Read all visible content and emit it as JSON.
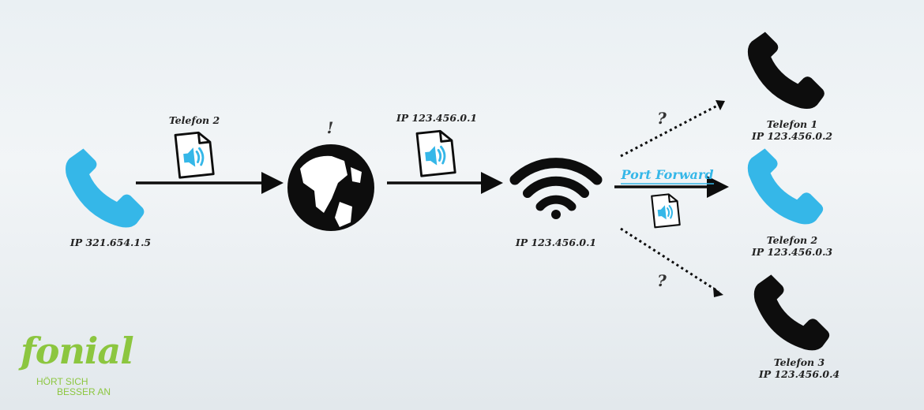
{
  "caller": {
    "ip": "IP 321.654.1.5"
  },
  "packet1": {
    "label": "Telefon 2"
  },
  "internet": {
    "mark": "!"
  },
  "packet2": {
    "label": "IP 123.456.0.1"
  },
  "router": {
    "ip": "IP 123.456.0.1"
  },
  "port_forward": {
    "label": "Port Forward"
  },
  "question_marks": [
    "?",
    "?"
  ],
  "phones": [
    {
      "name": "Telefon 1",
      "ip": "IP 123.456.0.2"
    },
    {
      "name": "Telefon 2",
      "ip": "IP 123.456.0.3"
    },
    {
      "name": "Telefon 3",
      "ip": "IP 123.456.0.4"
    }
  ],
  "logo": {
    "word": "fonial",
    "tagline_1": "HÖRT SICH",
    "tagline_2": "BESSER AN"
  },
  "colors": {
    "blue": "#35b7e8",
    "black": "#0d0d0d",
    "green": "#8cc63f"
  },
  "icons": [
    "phone-icon",
    "audio-file-icon",
    "globe-icon",
    "wifi-icon",
    "arrow-icon"
  ]
}
